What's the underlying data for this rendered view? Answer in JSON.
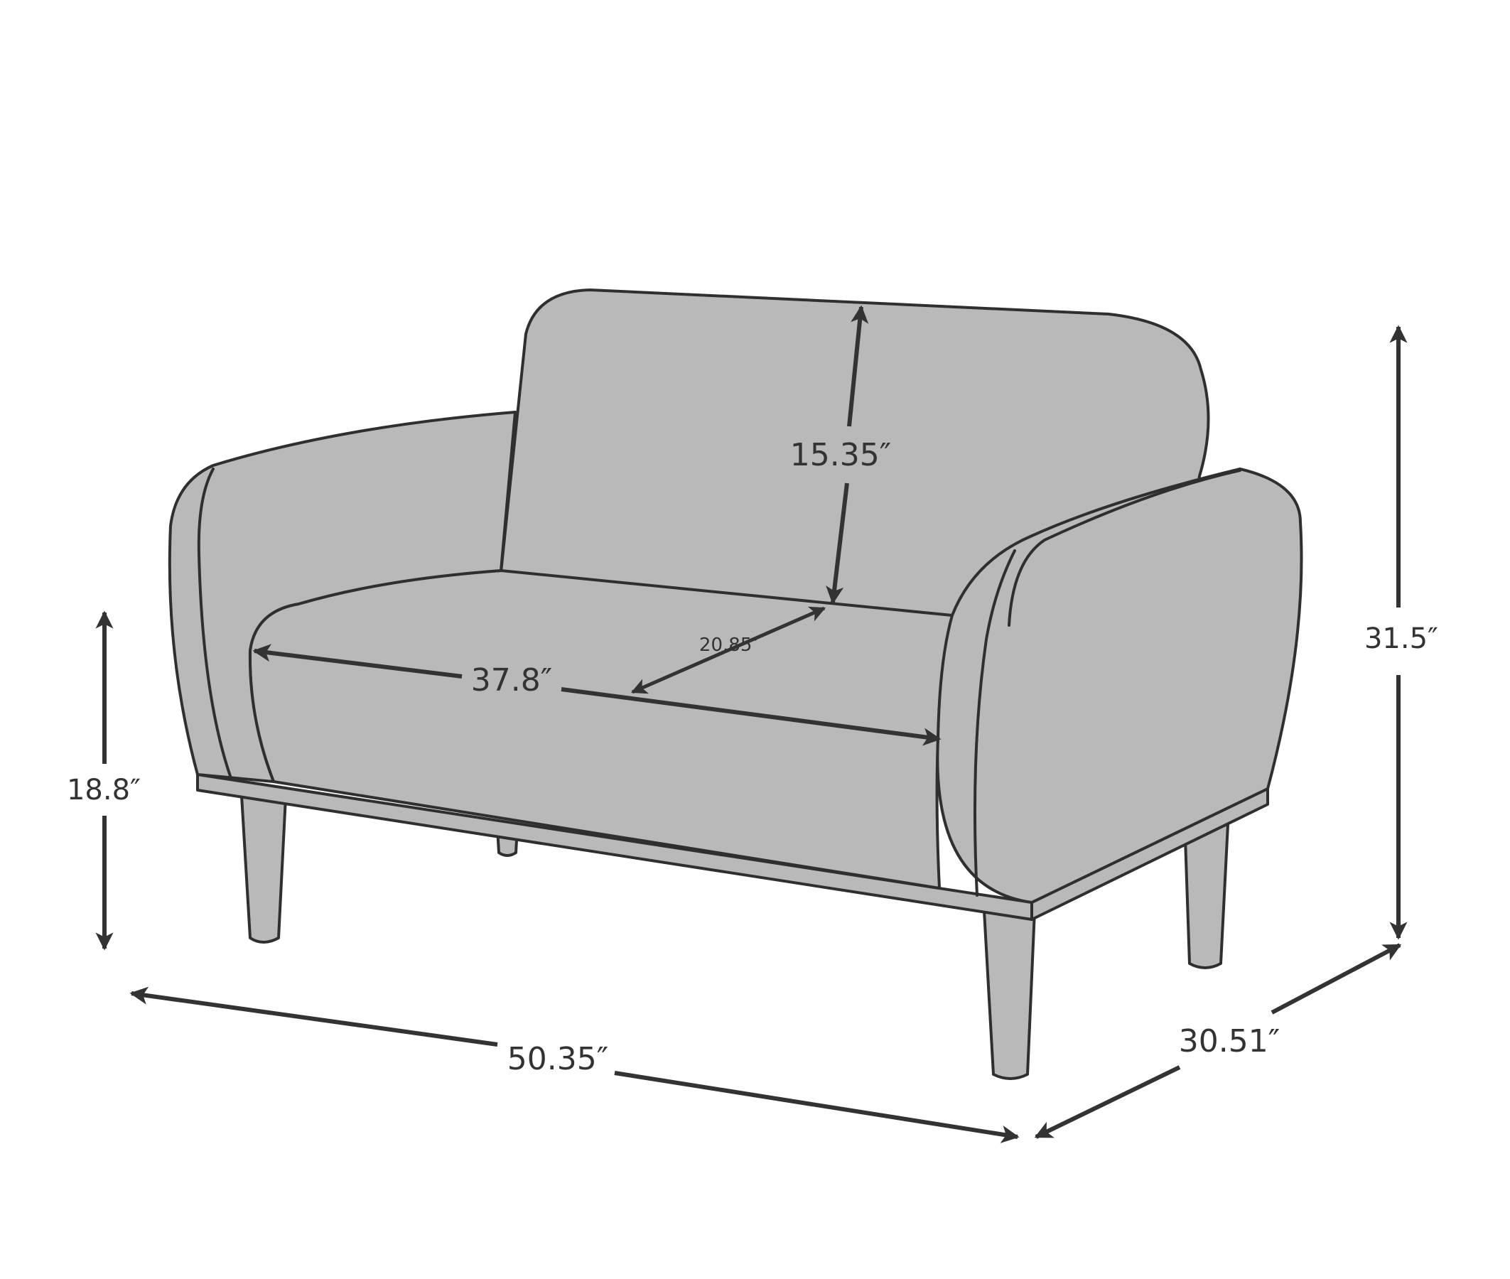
{
  "diagram": {
    "type": "product-dimension-drawing",
    "subject": "loveseat",
    "colors": {
      "upholstery": "#b9b9b9",
      "outline": "#2f2f2f",
      "background": "#ffffff",
      "label": "#333333"
    }
  },
  "dimensions": {
    "back_height": "15.35″",
    "seat_depth": "20.85″",
    "seat_width": "37.8″",
    "seat_height": "18.8″",
    "overall_height": "31.5″",
    "overall_width": "50.35″",
    "overall_depth": "30.51″"
  }
}
